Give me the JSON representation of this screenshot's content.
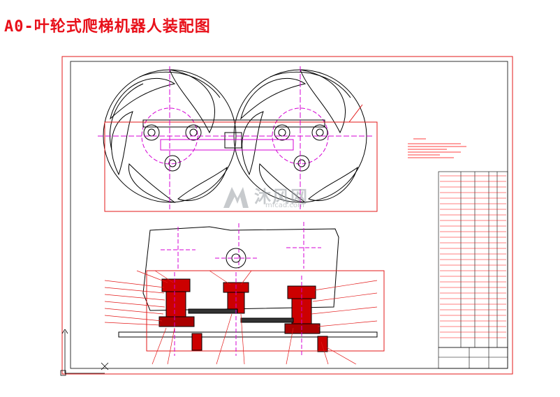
{
  "header": {
    "title": "A0-叶轮式爬梯机器人装配图"
  },
  "watermark": {
    "brand": "沐风网",
    "url": "mfcad.com"
  },
  "colors": {
    "title": "#e8101a",
    "frame": "#e31a1a",
    "outline": "#000000",
    "centerline": "#d400d4",
    "annotation": "#ff0000",
    "watermark": "#9aa0a6"
  },
  "icons": {
    "watermark_logo": "mfcad-logo-icon",
    "origin_marker": "ucs-origin-icon"
  }
}
